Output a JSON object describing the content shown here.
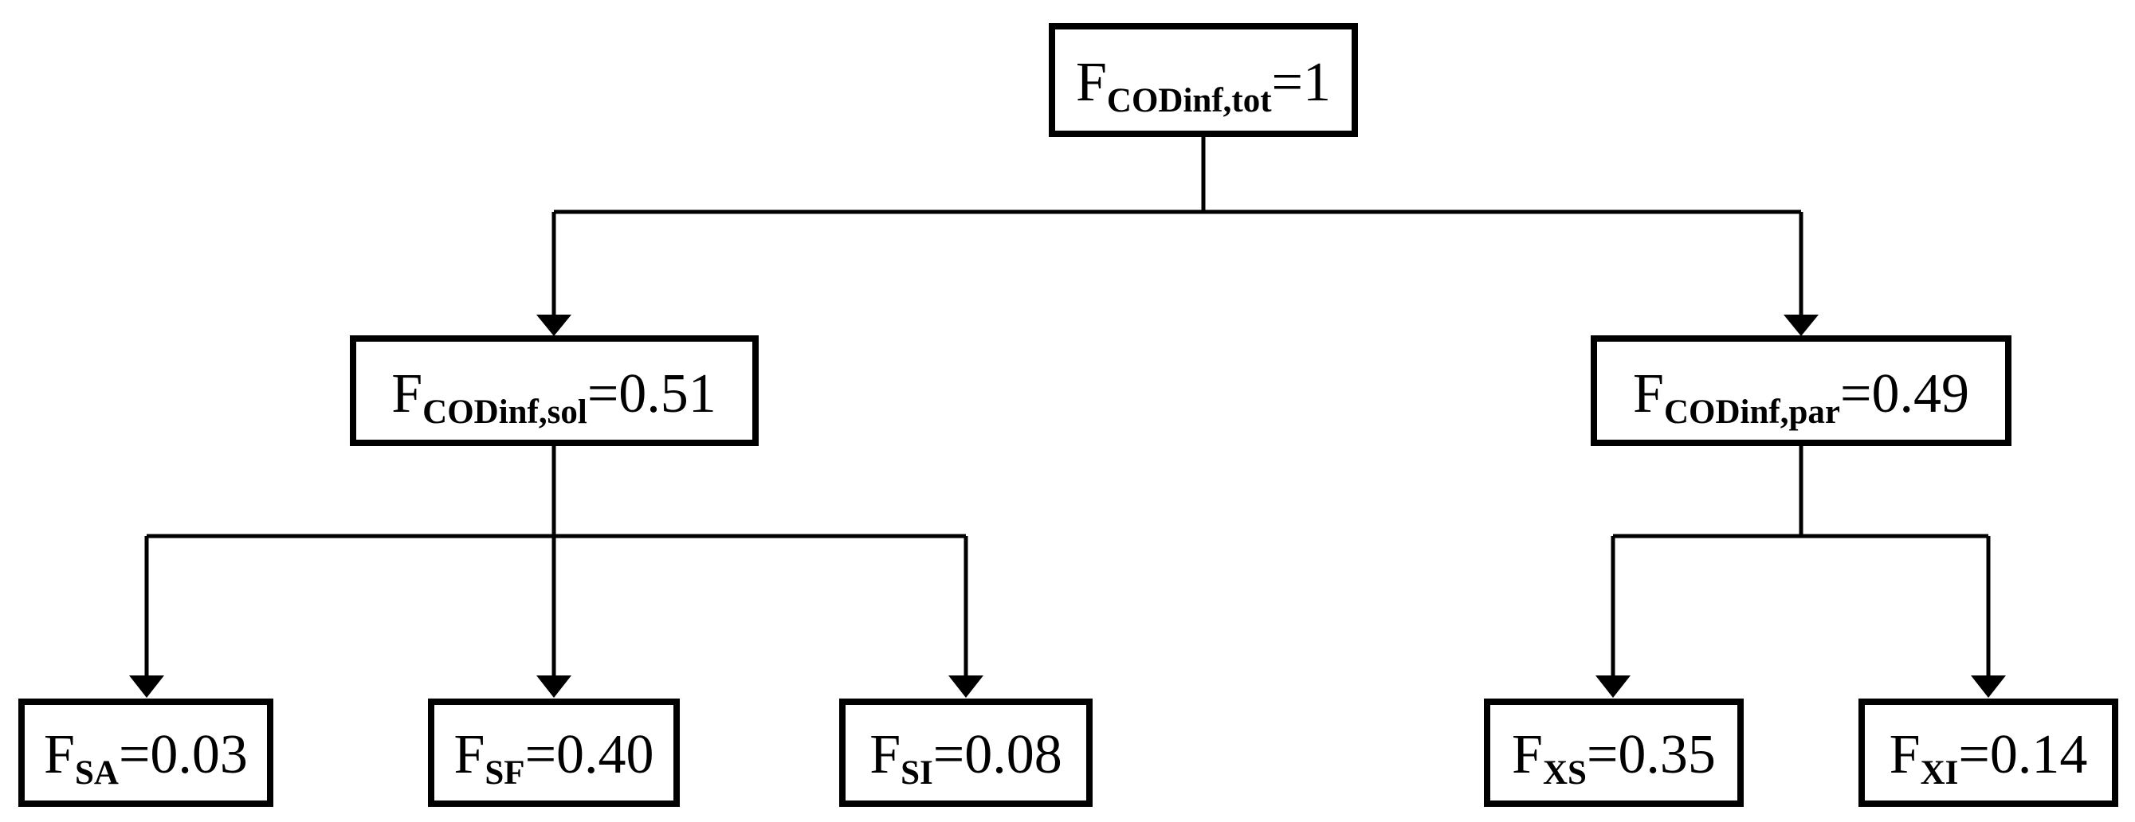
{
  "nodes": {
    "root": {
      "main": "F",
      "sub": "CODinf,tot",
      "value": "=1"
    },
    "sol": {
      "main": "F",
      "sub": "CODinf,sol",
      "value": "=0.51"
    },
    "par": {
      "main": "F",
      "sub": "CODinf,par",
      "value": "=0.49"
    },
    "sa": {
      "main": "F",
      "sub": "SA",
      "value": "=0.03"
    },
    "sf": {
      "main": "F",
      "sub": "SF",
      "value": "=0.40"
    },
    "si": {
      "main": "F",
      "sub": "SI",
      "value": "=0.08"
    },
    "xs": {
      "main": "F",
      "sub": "XS",
      "value": "=0.35"
    },
    "xi": {
      "main": "F",
      "sub": "XI",
      "value": "=0.14"
    }
  },
  "edges": [
    [
      "root",
      "sol"
    ],
    [
      "root",
      "par"
    ],
    [
      "sol",
      "sa"
    ],
    [
      "sol",
      "sf"
    ],
    [
      "sol",
      "si"
    ],
    [
      "par",
      "xs"
    ],
    [
      "par",
      "xi"
    ]
  ]
}
